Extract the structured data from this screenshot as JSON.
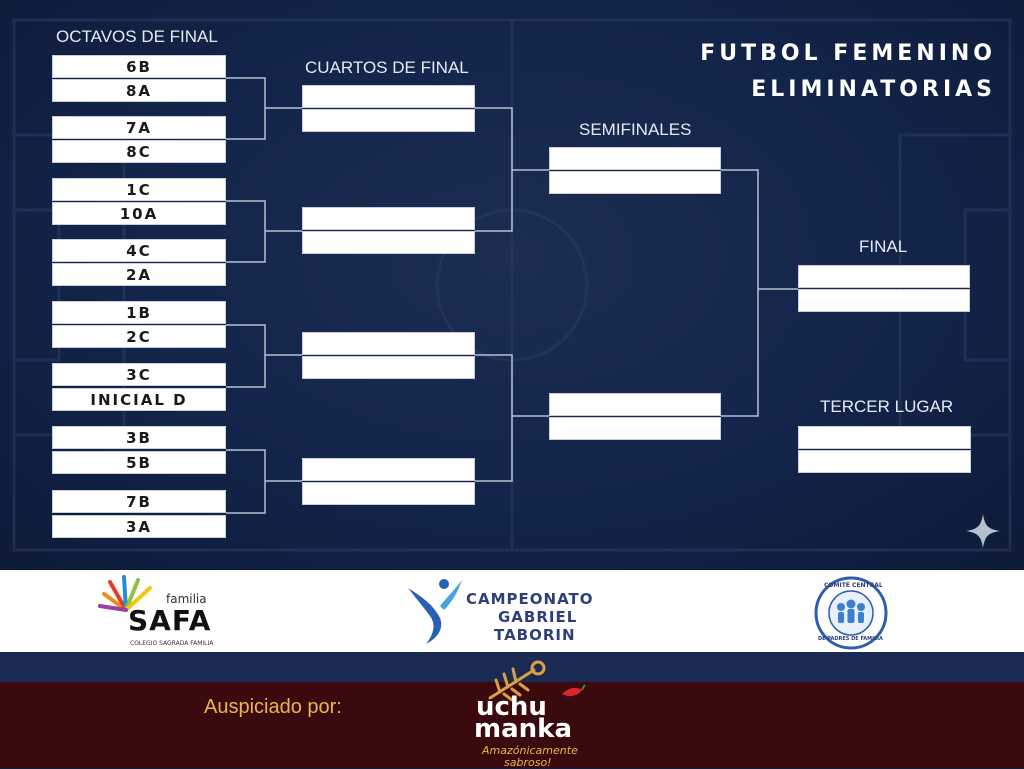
{
  "title": {
    "line1": "FUTBOL FEMENINO",
    "line2": "ELIMINATORIAS"
  },
  "rounds": {
    "octavos": "OCTAVOS DE FINAL",
    "cuartos": "CUARTOS DE FINAL",
    "semifinales": "SEMIFINALES",
    "final": "FINAL",
    "tercer": "TERCER LUGAR"
  },
  "teams": [
    "6B",
    "8A",
    "7A",
    "8C",
    "1C",
    "10A",
    "4C",
    "2A",
    "1B",
    "2C",
    "3C",
    "INICIAL D",
    "3B",
    "5B",
    "7B",
    "3A"
  ],
  "sponsors": {
    "safa": {
      "top": "familia",
      "name": "SAFA",
      "sub": "COLEGIO SAGRADA FAMILIA"
    },
    "campeonato": {
      "l1": "CAMPEONATO",
      "l2": "GABRIEL",
      "l3": "TABORIN"
    },
    "comite": {
      "top": "COMITÉ CENTRAL",
      "bottom": "DE PADRES DE FAMILIA"
    }
  },
  "footer": {
    "auspiciado": "Auspiciado por:",
    "brand1": "uchu",
    "brand2": "manka",
    "tagline1": "Amazónicamente",
    "tagline2": "sabroso!"
  },
  "colors": {
    "background": "#13244a",
    "footer": "#3b0a0e",
    "gold": "#e9b845"
  }
}
